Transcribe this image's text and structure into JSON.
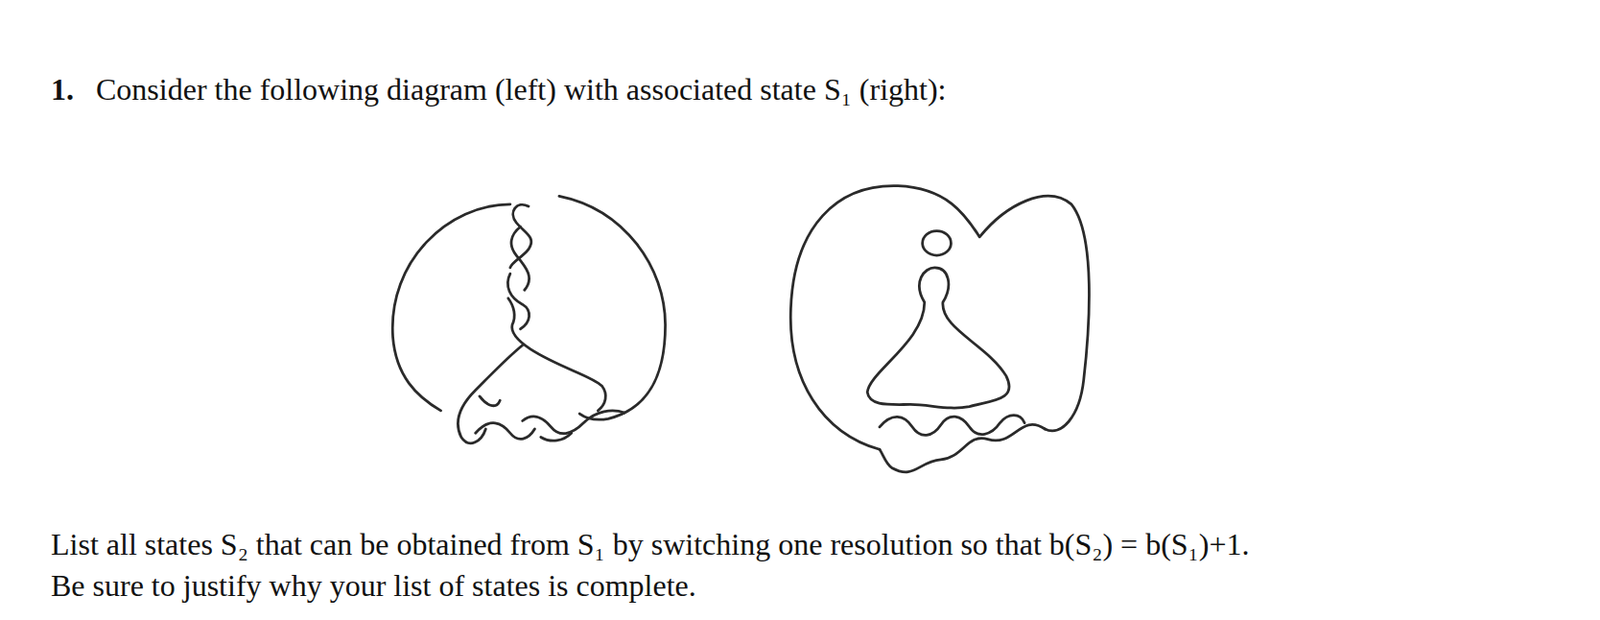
{
  "diagram": {
    "labels": [
      "1.",
      "Consider the following diagram (left) with associated state S₁ (right):",
      "List all states S₂ that can be obtained from S₁ by switching one resolution so that b(S₂) = b(S₁)+1.",
      "Be sure to justify why your list of states is complete."
    ]
  }
}
